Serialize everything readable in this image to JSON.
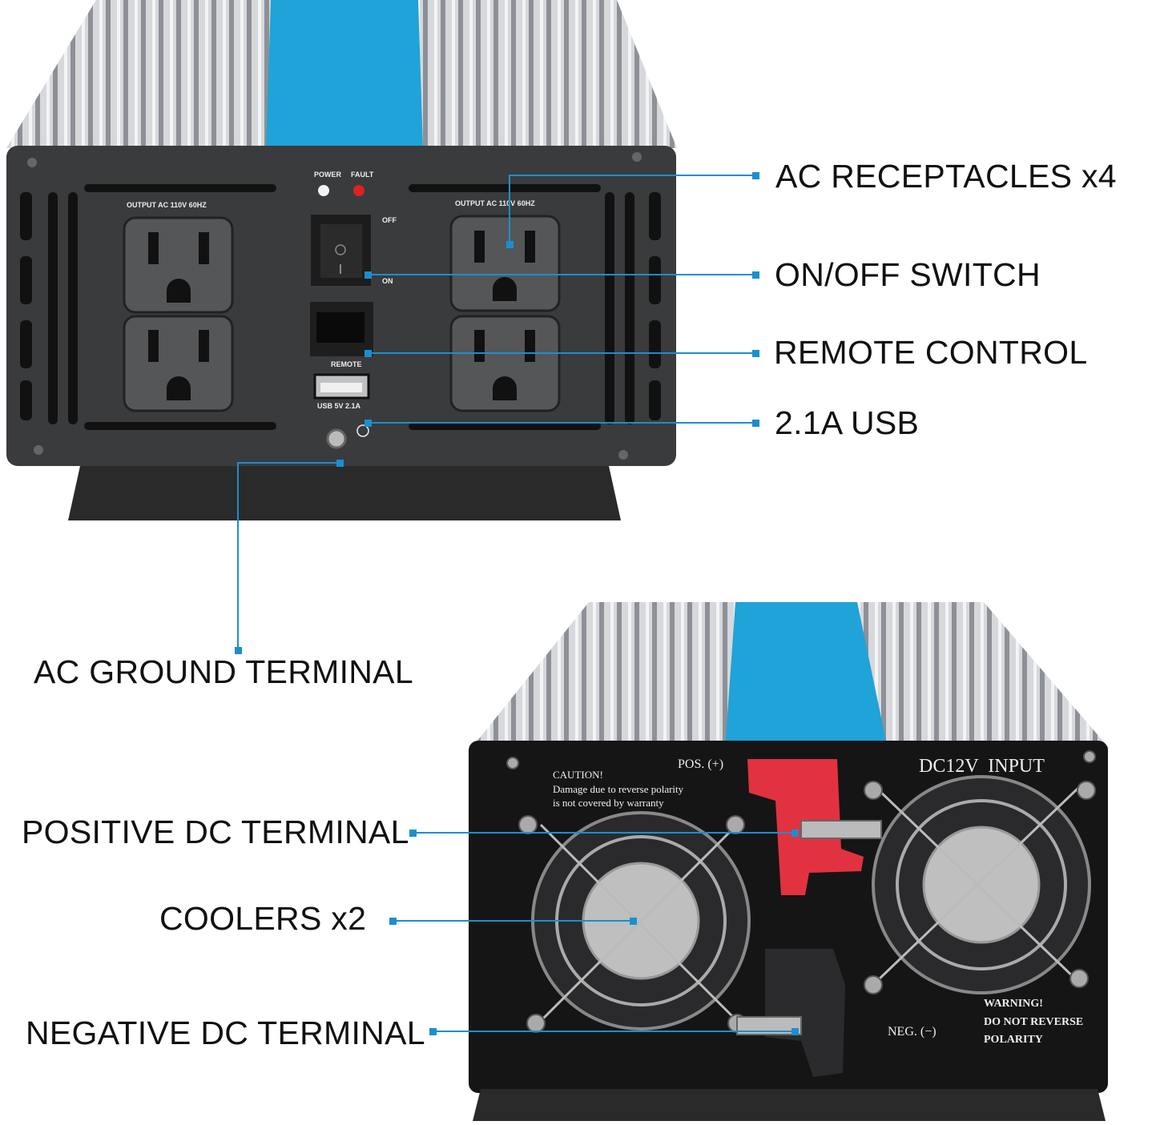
{
  "accent_color": "#1a8fd0",
  "callouts": {
    "ac_receptacles": "AC RECEPTACLES x4",
    "on_off_switch": "ON/OFF SWITCH",
    "remote_control": "REMOTE CONTROL",
    "usb": "2.1A USB",
    "ac_ground": "AC GROUND TERMINAL",
    "positive_dc": "POSITIVE DC TERMINAL",
    "coolers": "COOLERS x2",
    "negative_dc": "NEGATIVE DC TERMINAL"
  },
  "front_panel": {
    "power": "POWER",
    "fault": "FAULT",
    "output_left": "OUTPUT AC 110V 60HZ",
    "output_right": "OUTPUT AC 110V 60HZ",
    "off": "OFF",
    "on": "ON",
    "remote": "REMOTE",
    "usb": "USB 5V 2.1A"
  },
  "rear_panel": {
    "caution_title": "CAUTION!",
    "caution_line1": "Damage due to reverse polarity",
    "caution_line2": "is not covered by warranty",
    "pos": "POS. (+)",
    "input": "DC12V  INPUT",
    "neg": "NEG. (−)",
    "warning_title": "WARNING!",
    "warning_line1": "DO NOT REVERSE",
    "warning_line2": "POLARITY"
  }
}
